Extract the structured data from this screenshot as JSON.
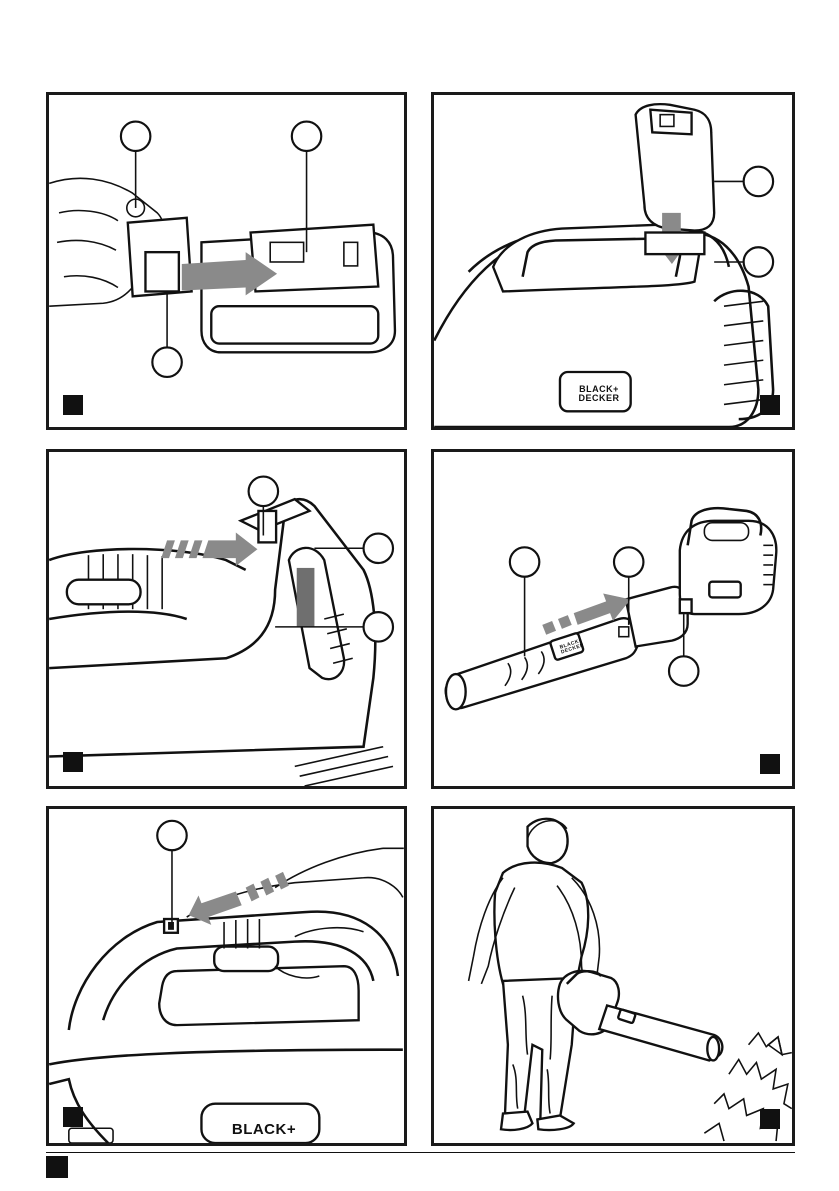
{
  "figures": [
    {
      "id": "fig-1",
      "brand_text": ""
    },
    {
      "id": "fig-2",
      "brand_text": [
        "BLACK+",
        "DECKER"
      ]
    },
    {
      "id": "fig-3",
      "brand_text": ""
    },
    {
      "id": "fig-4",
      "brand_text": [
        "BLACK+",
        "DECKER"
      ]
    },
    {
      "id": "fig-5",
      "brand_text": [
        "BLACK+"
      ]
    },
    {
      "id": "fig-6",
      "brand_text": ""
    }
  ],
  "brand": {
    "line1": "BLACK+",
    "line2": "DECKER"
  },
  "colors": {
    "ink": "#111111",
    "frame": "#1a1a1a",
    "arrow_fill": "#8a8a8a",
    "background": "#ffffff"
  }
}
